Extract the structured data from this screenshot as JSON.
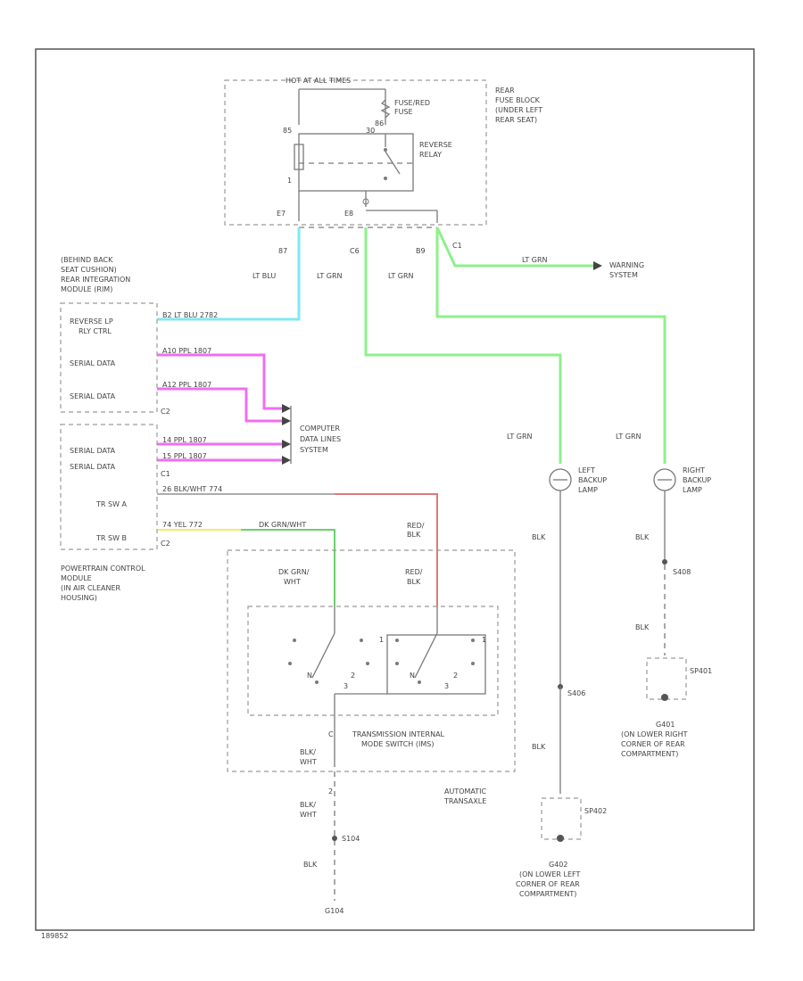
{
  "colors": {
    "lt_blu": "#7fe8f0",
    "lt_grn": "#8ef08a",
    "ppl": "#f06ef0",
    "red": "#e07a7a",
    "dk_grn": "#6ad06a",
    "yel": "#eeee66",
    "line": "#7a7a7a",
    "frame": "#555555"
  },
  "fuse_block": {
    "hot_label": "HOT AT ALL TIMES",
    "fuse_label": [
      "FUSE/RED",
      "FUSE"
    ],
    "relay_label": [
      "REVERSE",
      "RELAY"
    ],
    "location_label": [
      "REAR",
      "FUSE BLOCK",
      "(UNDER LEFT",
      "REAR SEAT)"
    ],
    "pin_85": "85",
    "pin_30": "30",
    "pin_86": "86",
    "pin_1": "1",
    "conn_e7": "E7",
    "conn_e8": "E8",
    "conn_87": "87",
    "conn_c6": "C6",
    "conn_b9": "B9",
    "conn_c1": "C1"
  },
  "wires": {
    "lt_blu": "LT BLU",
    "lt_grn_1": "LT GRN",
    "lt_grn_2": "LT GRN",
    "lt_grn_3": "LT GRN",
    "lt_grn_left": "LT GRN",
    "lt_grn_right": "LT GRN",
    "blk_left_1": "BLK",
    "blk_left_2": "BLK",
    "blk_right_1": "BLK",
    "blk_right_2": "BLK",
    "red_blk_1": [
      "RED/",
      "BLK"
    ],
    "red_blk_2": [
      "RED/",
      "BLK"
    ],
    "dk_grn_wht": [
      "DK GRN/",
      "WHT"
    ],
    "blk_wht_1": [
      "BLK/",
      "WHT"
    ],
    "blk_wht_2": [
      "BLK/",
      "WHT"
    ],
    "blk_bottom": "BLK"
  },
  "warning": [
    "WARNING",
    "SYSTEM"
  ],
  "bcm": {
    "location": [
      "(BEHIND BACK",
      "SEAT CUSHION)",
      "REAR INTEGRATION",
      "MODULE (RIM)"
    ],
    "reverse_lp": [
      "REVERSE LP",
      "RLY CTRL"
    ],
    "serial1": "SERIAL DATA",
    "serial2": "SERIAL DATA",
    "c2": "C2",
    "row1_wire": "B2   LT BLU   2782",
    "row2_wire": "A10  PPL   1807",
    "row3_wire": "A12  PPL   1807"
  },
  "pcm": {
    "serial1": "SERIAL DATA",
    "serial2": "SERIAL DATA",
    "trs_a": "TR SW A",
    "trs_b": "TR SW B",
    "c1": "C1",
    "c2": "C2",
    "row1_wire": "14   PPL   1807",
    "row2_wire": "15   PPL   1807",
    "row3_wire": "26   BLK/WHT   774",
    "row4_wire": "74   YEL   772",
    "row4_wire_b": "DK GRN/WHT",
    "location": [
      "POWERTRAIN CONTROL",
      "MODULE",
      "(IN AIR CLEANER",
      "HOUSING)"
    ]
  },
  "computer": [
    "COMPUTER",
    "DATA LINES",
    "SYSTEM"
  ],
  "switch": {
    "label": [
      "TRANSMISSION INTERNAL",
      "MODE SWITCH (IMS)"
    ],
    "trans": [
      "AUTOMATIC",
      "TRANSAXLE"
    ],
    "c": "C"
  },
  "lamps": {
    "left": [
      "LEFT",
      "BACKUP",
      "LAMP"
    ],
    "right": [
      "RIGHT",
      "BACKUP",
      "LAMP"
    ]
  },
  "grounds": {
    "s406": "S406",
    "s408": "S408",
    "sp402": "SP402",
    "sp401": "SP401",
    "g402": [
      "G402",
      "(ON LOWER LEFT",
      "CORNER OF REAR",
      "COMPARTMENT)"
    ],
    "g401": [
      "G401",
      "(ON LOWER RIGHT",
      "CORNER OF REAR",
      "COMPARTMENT)"
    ],
    "s104": "S104",
    "g104": "G104"
  },
  "corner_code": "189852"
}
